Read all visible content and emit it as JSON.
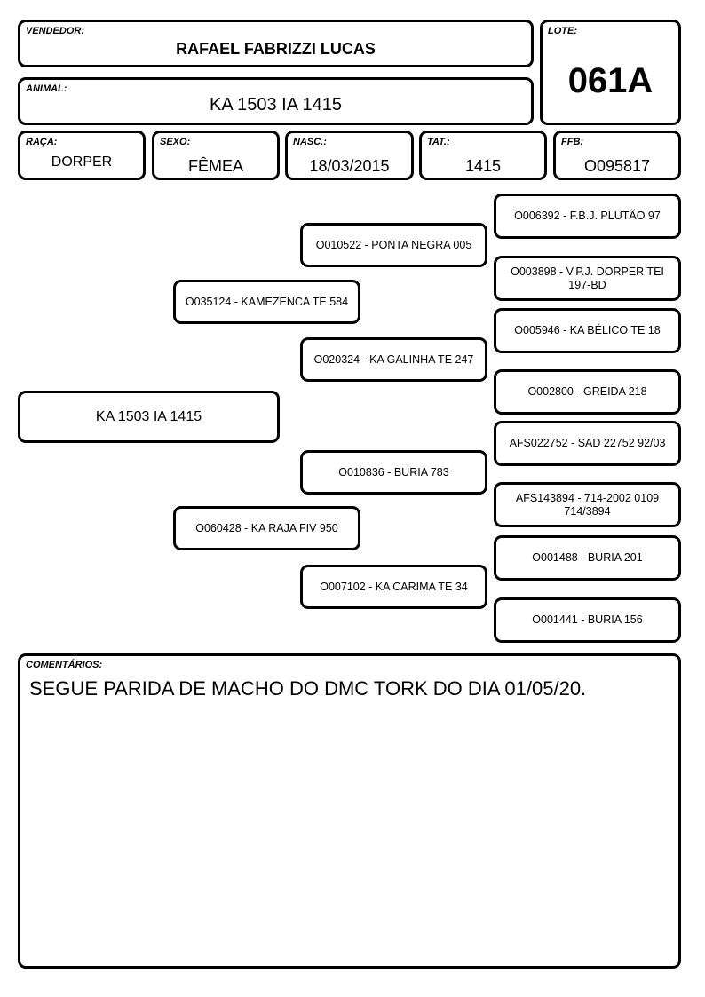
{
  "header": {
    "vendedor_label": "VENDEDOR:",
    "vendedor": "RAFAEL FABRIZZI LUCAS",
    "animal_label": "ANIMAL:",
    "animal": "KA 1503 IA 1415",
    "lote_label": "LOTE:",
    "lote": "061A"
  },
  "info": {
    "raca_label": "RAÇA:",
    "raca": "DORPER",
    "sexo_label": "SEXO:",
    "sexo": "FÊMEA",
    "nasc_label": "NASC.:",
    "nasc": "18/03/2015",
    "tat_label": "TAT.:",
    "tat": "1415",
    "ffb_label": "FFB:",
    "ffb": "O095817"
  },
  "pedigree": {
    "animal": "KA 1503 IA 1415",
    "sire": "O035124 - KAMEZENCA TE 584",
    "dam": "O060428 - KA RAJA FIV 950",
    "sire_sire": "O010522 - PONTA NEGRA 005",
    "sire_dam": "O020324 - KA GALINHA TE 247",
    "dam_sire": "O010836 - BURIA 783",
    "dam_dam": "O007102 - KA CARIMA TE 34",
    "ggp": [
      "O006392 - F.B.J. PLUTÃO 97",
      "O003898 - V.P.J. DORPER TEI 197-BD",
      "O005946 - KA BÉLICO TE 18",
      "O002800 - GREIDA 218",
      "AFS022752 - SAD 22752 92/03",
      "AFS143894 - 714-2002 0109 714/3894",
      "O001488 - BURIA 201",
      "O001441 - BURIA 156"
    ]
  },
  "comments": {
    "label": "COMENTÁRIOS:",
    "text": "SEGUE PARIDA DE MACHO DO DMC TORK DO DIA 01/05/20."
  }
}
